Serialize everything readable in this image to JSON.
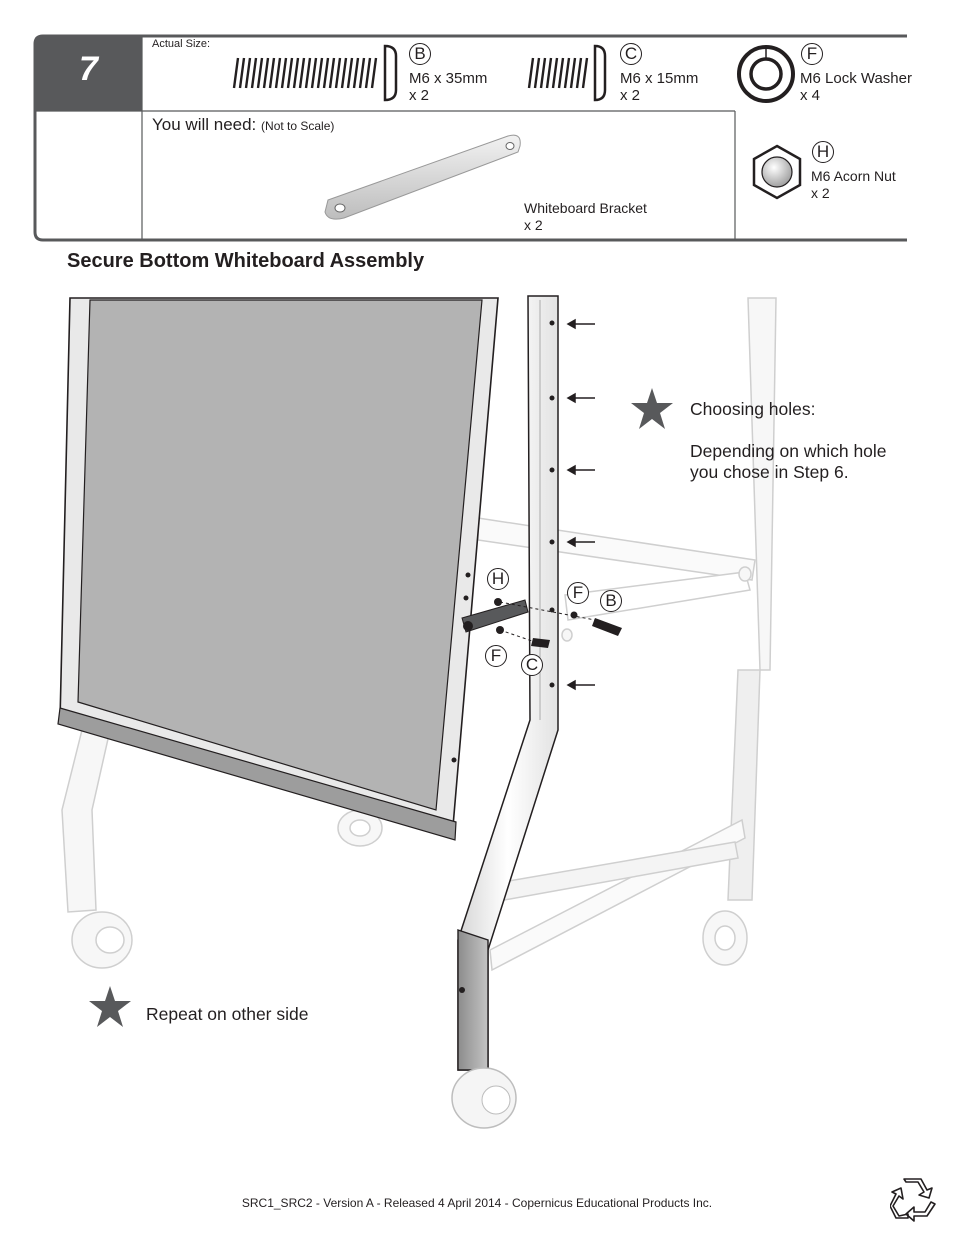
{
  "step": {
    "number": "7",
    "actual_size_label": "Actual Size:",
    "you_will_need_label": "You will need:",
    "not_to_scale": "(Not to Scale)"
  },
  "parts": {
    "B": {
      "letter": "B",
      "name": "M6 x 35mm",
      "qty": "x 2"
    },
    "C": {
      "letter": "C",
      "name": "M6 x 15mm",
      "qty": "x 2"
    },
    "F": {
      "letter": "F",
      "name": "M6 Lock Washer",
      "qty": "x 4"
    },
    "H": {
      "letter": "H",
      "name": "M6 Acorn Nut",
      "qty": "x 2"
    },
    "bracket": {
      "name": "Whiteboard Bracket",
      "qty": "x 2"
    }
  },
  "section_title": "Secure Bottom Whiteboard Assembly",
  "callouts": {
    "H": "H",
    "F_top": "F",
    "B": "B",
    "F_bottom": "F",
    "C": "C"
  },
  "notes": {
    "choosing_holes_title": "Choosing holes:",
    "choosing_holes_line1": "Depending on which hole",
    "choosing_holes_line2": "you chose in Step 6.",
    "repeat": "Repeat on other side"
  },
  "footer": "SRC1_SRC2 - Version A - Released 4 April 2014 - Copernicus Educational Products Inc.",
  "colors": {
    "tab": "#58595b",
    "star": "#58595b",
    "board": "#b3b3b3",
    "frame_line": "#231f20",
    "ghost": "#c8c8c8"
  },
  "icons": [
    "star-icon",
    "recycle-icon",
    "arrow-left-icon"
  ]
}
